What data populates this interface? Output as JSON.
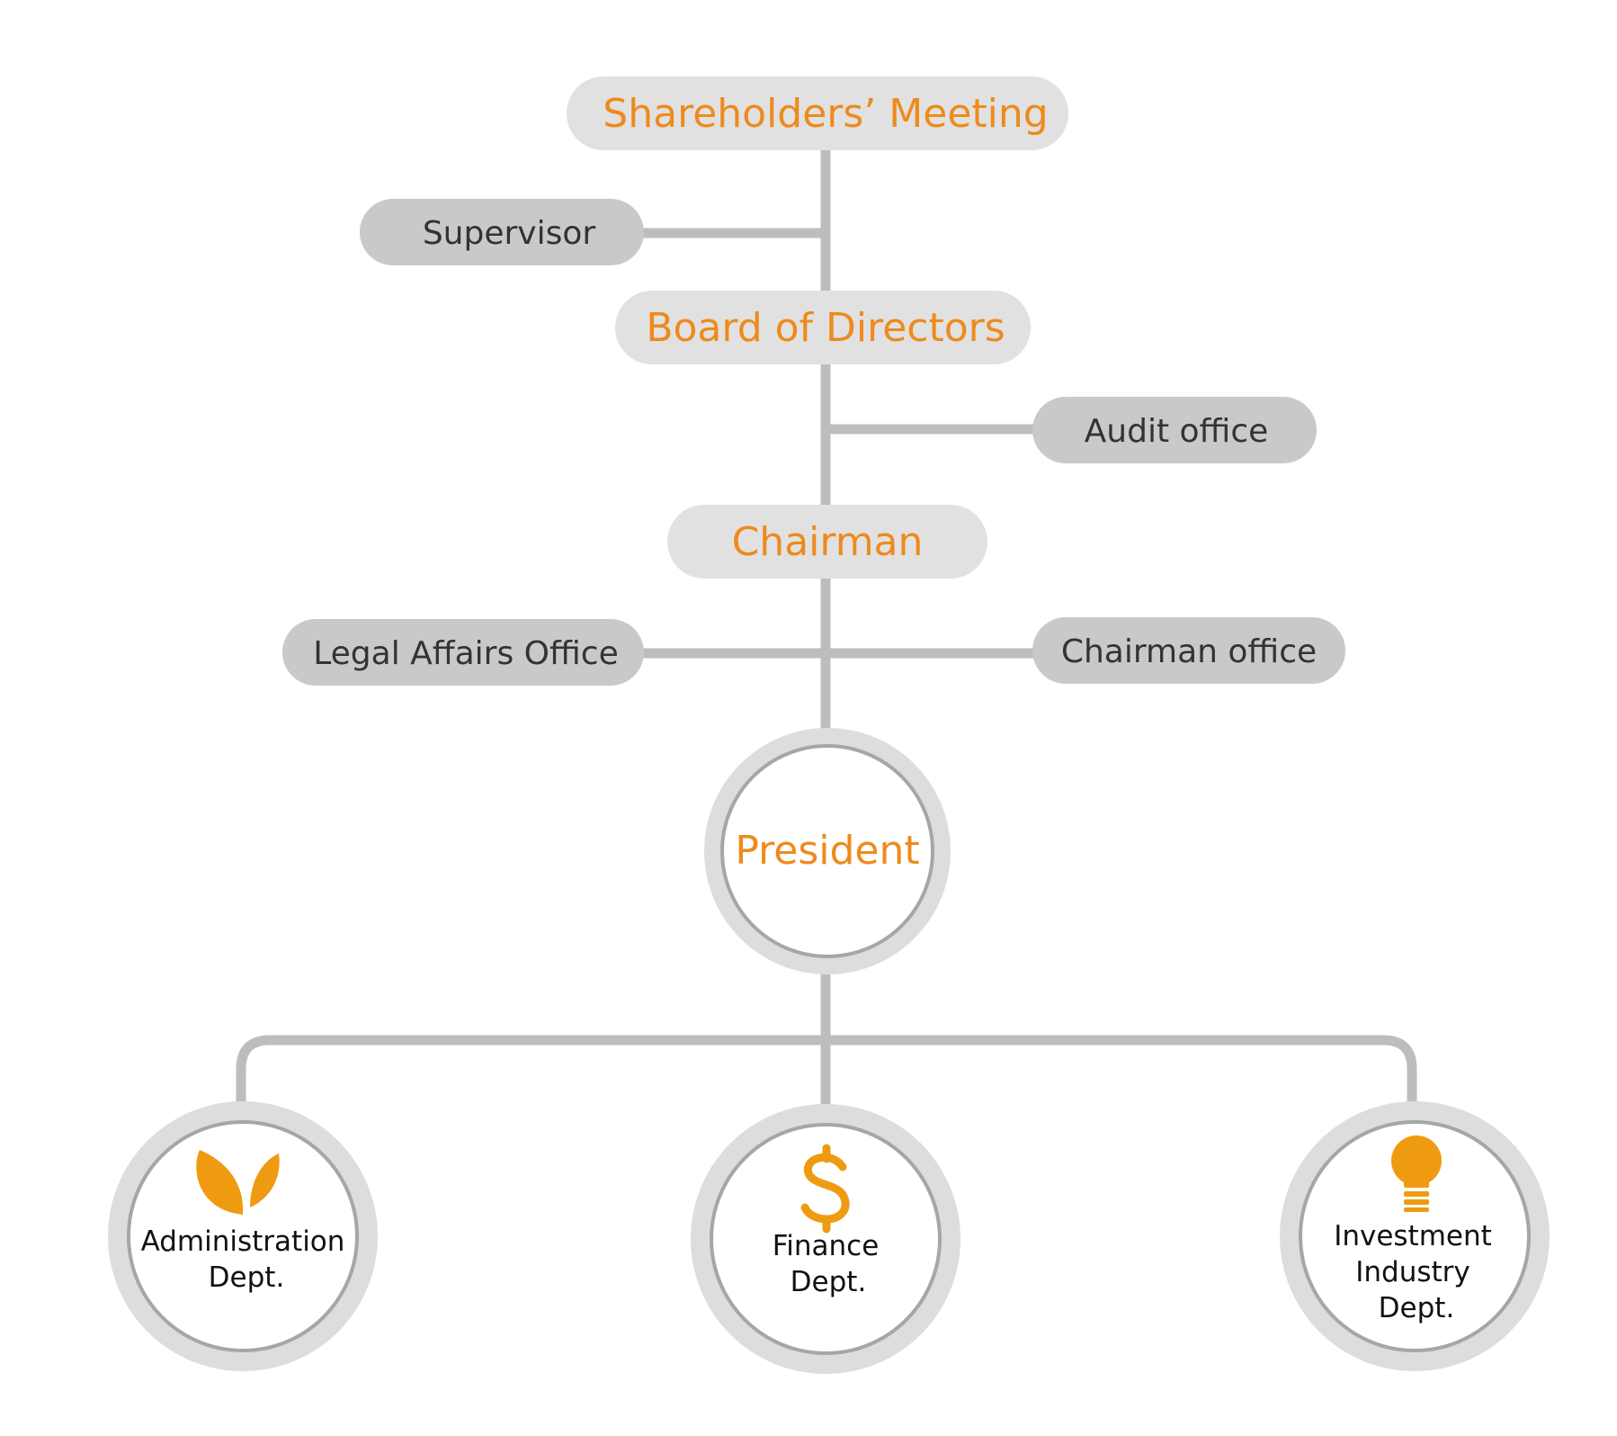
{
  "colors": {
    "accent": "#ee8a1c",
    "icon": "#ef9b12",
    "main_box": "#e1e1e1",
    "side_box": "#c9c9c9",
    "side_text": "#333333",
    "connector": "#bdbdbd",
    "ring_outer": "#dddddd",
    "ring_inner": "#a6a6a6"
  },
  "nodes": {
    "shareholders": "Shareholders’ Meeting",
    "supervisor": "Supervisor",
    "board": "Board of Directors",
    "audit": "Audit office",
    "chairman": "Chairman",
    "legal": "Legal Affairs Office",
    "chairman_office": "Chairman office",
    "president": "President"
  },
  "departments": {
    "administration": {
      "icon": "leaf-icon",
      "line1": "Administration",
      "line2": "Dept."
    },
    "finance": {
      "icon": "dollar-icon",
      "line1": "Finance",
      "line2": "Dept."
    },
    "investment": {
      "icon": "lightbulb-icon",
      "line1": "Investment",
      "line2": "Industry",
      "line3": "Dept."
    }
  }
}
